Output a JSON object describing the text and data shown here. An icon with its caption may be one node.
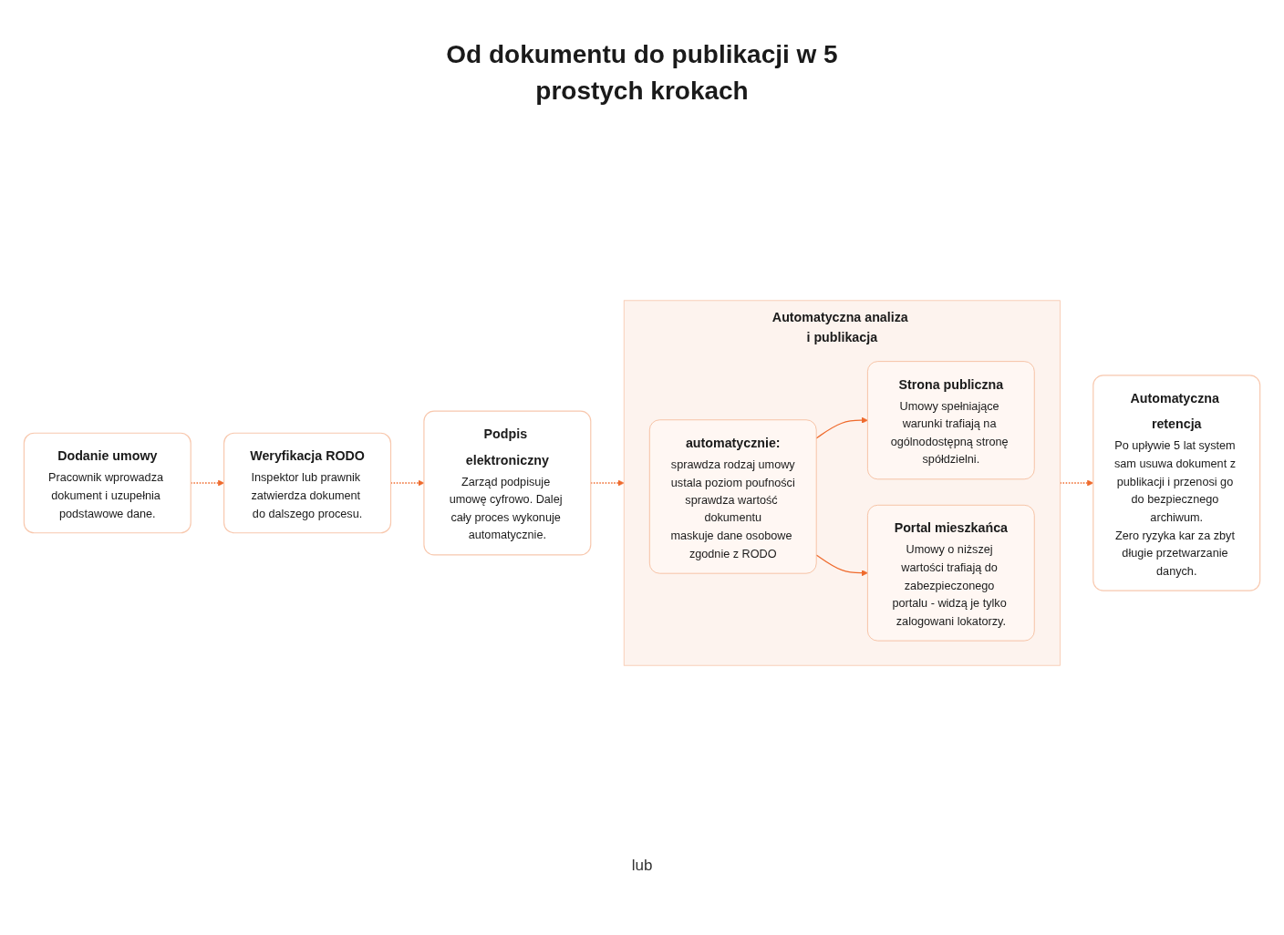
{
  "diagram": {
    "title": "Od dokumentu do publikacji w 5 prostych krokach",
    "nodes": [
      {
        "text": [
          "Dodanie umowy",
          "Pracownik wprowadza dokument i uzupełnia podstawowe dane."
        ]
      },
      {
        "text": [
          "Weryfikacja RODO",
          "Inspektor lub prawnik zatwierdza dokument do dalszego procesu."
        ]
      },
      {
        "text": [
          "Podpis elektroniczny",
          "Zarząd podpisuje umowę cyfrowo. Dalej cały proces wykonuje automatycznie."
        ]
      },
      {
        "text": [
          "Automatyczna analiza i publikacja"
        ]
      },
      {
        "text": [
          "Automatyczna retencja",
          "Po upływie 5 lat system sam usuwa dokument z publikacji i przenosi go do bezpiecznego archiwum.",
          "Zero ryzyka kar za zbyt długie przetwarzanie danych."
        ]
      },
      {
        "text": [
          "automatycznie:",
          "sprawdza rodzaj umowy",
          "ustala poziom poufności",
          "sprawdza wartość dokumentu",
          "maskuje dane osobowe zgodnie z RODO"
        ],
        "in": 3
      },
      {
        "text": [
          "Strona publiczna",
          "Umowy spełniające warunki trafiają na ogólnodostępną stronę spółdzielni."
        ],
        "in": 3
      },
      {
        "text": [
          "Portal mieszkańca",
          "Umowy o niższej wartości trafiają do zabezpieczonego portalu - widzą je tylko zalogowani lokatorzy."
        ],
        "in": 3
      }
    ],
    "edges": [
      {
        "from": 0,
        "to": 1,
        "arrow": "to",
        "style": "dashed"
      },
      {
        "from": 1,
        "to": 2,
        "arrow": "to",
        "style": "dashed"
      },
      {
        "from": 2,
        "to": 3,
        "arrow": "to",
        "style": "dashed"
      },
      {
        "from": 3,
        "to": 4,
        "arrow": "to",
        "style": "dashed"
      },
      {
        "from": 5,
        "to": 6,
        "arrow": "to"
      },
      {
        "from": 5,
        "to": 7,
        "arrow": "to"
      }
    ],
    "labels": [
      "lub"
    ]
  }
}
